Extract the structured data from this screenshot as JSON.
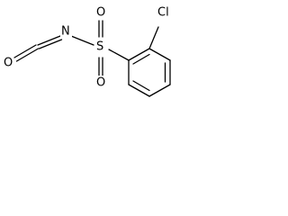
{
  "molecule": {
    "atoms": {
      "chlorine": "Cl",
      "oxygen_isocyanate": "O",
      "nitrogen": "N",
      "sulfur": "S",
      "oxygen_sulfonyl_top": "O",
      "oxygen_sulfonyl_bottom": "O"
    }
  },
  "colors": {
    "bond": "#000000",
    "label": "#000000",
    "background": "#ffffff"
  }
}
